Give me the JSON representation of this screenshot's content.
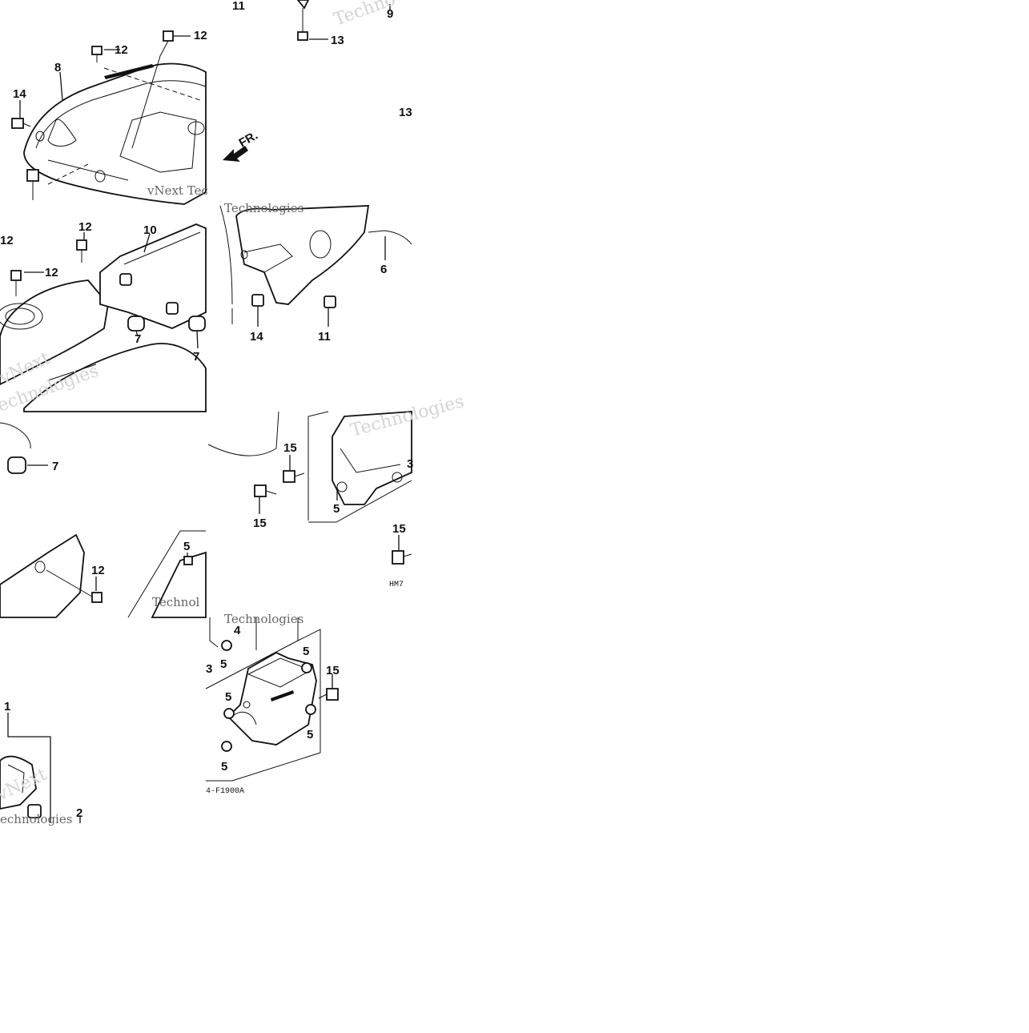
{
  "diagram": {
    "watermark_texts": [
      "Techno",
      "vNext Tec",
      "Technologies",
      "vNext",
      "echnologies",
      "Technol",
      "vNext"
    ],
    "direction_label": "FR.",
    "drawing_codes": [
      "HM7",
      "4-F1900A"
    ],
    "callouts": {
      "c11_top": "11",
      "c9": "9",
      "c13a": "13",
      "c12a": "12",
      "c12b": "12",
      "c8": "8",
      "c14a": "14",
      "c13b": "13",
      "c12c": "12",
      "c12d": "12",
      "c12e": "12",
      "c10": "10",
      "c7a": "7",
      "c7b": "7",
      "c14b": "14",
      "c11b": "11",
      "c6": "6",
      "c7c": "7",
      "c15a": "15",
      "c15b": "15",
      "c5a": "5",
      "c3a": "3",
      "c15c": "15",
      "c5b": "5",
      "c12f": "12",
      "c4": "4",
      "c5c": "5",
      "c3b": "3",
      "c5d": "5",
      "c15d": "15",
      "c5e": "5",
      "c5f": "5",
      "c5g": "5",
      "c1": "1",
      "c2": "2"
    }
  }
}
